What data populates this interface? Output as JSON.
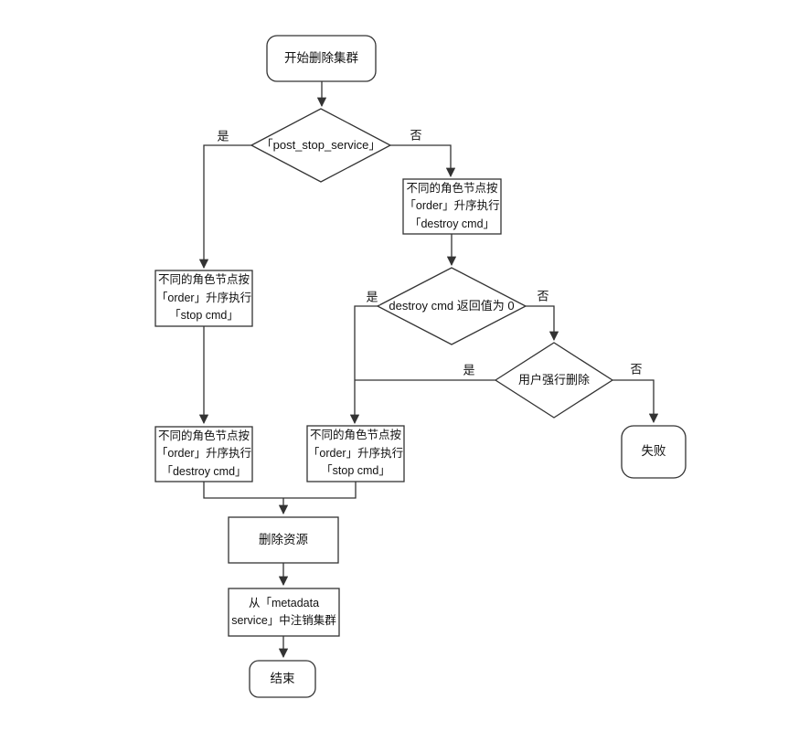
{
  "colors": {
    "background": "#ffffff",
    "stroke": "#333333",
    "text": "#111111"
  },
  "edge_labels": {
    "yes": "是",
    "no": "否"
  },
  "nodes": {
    "start": {
      "label": "开始删除集群"
    },
    "post_stop_decision": {
      "label": "「post_stop_service」"
    },
    "right_destroy": {
      "lines": [
        "不同的角色节点按",
        "「order」升序执行",
        "「destroy cmd」"
      ]
    },
    "destroy_return_decision": {
      "label": "destroy cmd 返回值为 0"
    },
    "force_delete_decision": {
      "label": "用户强行删除"
    },
    "fail": {
      "label": "失败"
    },
    "left_stop": {
      "lines": [
        "不同的角色节点按",
        "「order」升序执行",
        "「stop cmd」"
      ]
    },
    "left_destroy": {
      "lines": [
        "不同的角色节点按",
        "「order」升序执行",
        "「destroy cmd」"
      ]
    },
    "mid_stop": {
      "lines": [
        "不同的角色节点按",
        "「order」升序执行",
        "「stop cmd」"
      ]
    },
    "delete_resources": {
      "label": "删除资源"
    },
    "metadata_unregister": {
      "lines": [
        "从「metadata",
        "service」中注销集群"
      ]
    },
    "end": {
      "label": "结束"
    }
  }
}
